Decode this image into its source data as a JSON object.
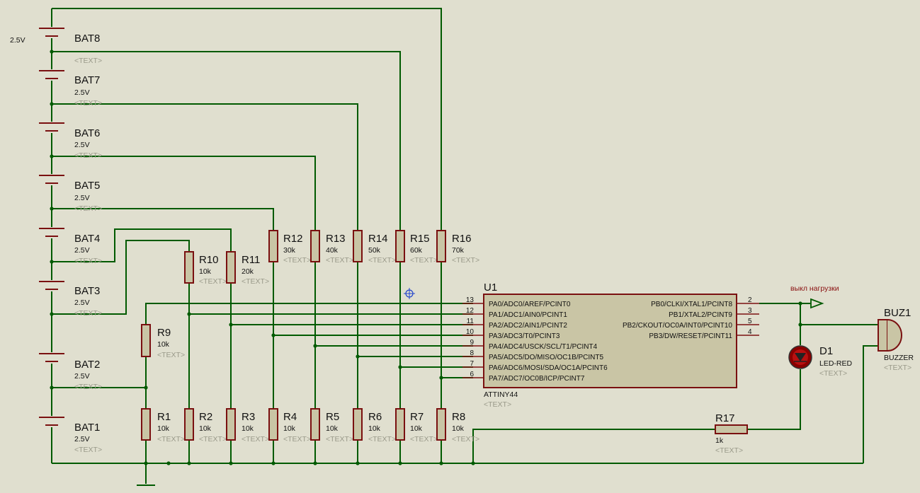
{
  "canvas": {
    "background": "#e0dfcf",
    "wire_color": "#005a00",
    "part_color": "#7a1010"
  },
  "top_voltage": "2.5V",
  "batteries": [
    {
      "ref": "BAT1",
      "value": "2.5V",
      "text": "<TEXT>"
    },
    {
      "ref": "BAT2",
      "value": "2.5V",
      "text": "<TEXT>"
    },
    {
      "ref": "BAT3",
      "value": "2.5V",
      "text": "<TEXT>"
    },
    {
      "ref": "BAT4",
      "value": "2.5V",
      "text": "<TEXT>"
    },
    {
      "ref": "BAT5",
      "value": "2.5V",
      "text": "<TEXT>"
    },
    {
      "ref": "BAT6",
      "value": "2.5V",
      "text": "<TEXT>"
    },
    {
      "ref": "BAT7",
      "value": "2.5V",
      "text": "<TEXT>"
    },
    {
      "ref": "BAT8",
      "value": "",
      "text": "<TEXT>"
    }
  ],
  "resistors_bottom": [
    {
      "ref": "R1",
      "value": "10k",
      "text": "<TEXT>"
    },
    {
      "ref": "R2",
      "value": "10k",
      "text": "<TEXT>"
    },
    {
      "ref": "R3",
      "value": "10k",
      "text": "<TEXT>"
    },
    {
      "ref": "R4",
      "value": "10k",
      "text": "<TEXT>"
    },
    {
      "ref": "R5",
      "value": "10k",
      "text": "<TEXT>"
    },
    {
      "ref": "R6",
      "value": "10k",
      "text": "<TEXT>"
    },
    {
      "ref": "R7",
      "value": "10k",
      "text": "<TEXT>"
    },
    {
      "ref": "R8",
      "value": "10k",
      "text": "<TEXT>"
    }
  ],
  "resistors_top": [
    {
      "ref": "R10",
      "value": "10k",
      "text": "<TEXT>"
    },
    {
      "ref": "R11",
      "value": "20k",
      "text": "<TEXT>"
    },
    {
      "ref": "R12",
      "value": "30k",
      "text": "<TEXT>"
    },
    {
      "ref": "R13",
      "value": "40k",
      "text": "<TEXT>"
    },
    {
      "ref": "R14",
      "value": "50k",
      "text": "<TEXT>"
    },
    {
      "ref": "R15",
      "value": "60k",
      "text": "<TEXT>"
    },
    {
      "ref": "R16",
      "value": "70k",
      "text": "<TEXT>"
    }
  ],
  "r9": {
    "ref": "R9",
    "value": "10k",
    "text": "<TEXT>"
  },
  "r17": {
    "ref": "R17",
    "value": "1k",
    "text": "<TEXT>"
  },
  "u1": {
    "ref": "U1",
    "part": "ATTINY44",
    "text": "<TEXT>",
    "left_pins": [
      {
        "num": "13",
        "name": "PA0/ADC0/AREF/PCINT0"
      },
      {
        "num": "12",
        "name": "PA1/ADC1/AIN0/PCINT1"
      },
      {
        "num": "11",
        "name": "PA2/ADC2/AIN1/PCINT2"
      },
      {
        "num": "10",
        "name": "PA3/ADC3/T0/PCINT3"
      },
      {
        "num": "9",
        "name": "PA4/ADC4/USCK/SCL/T1/PCINT4"
      },
      {
        "num": "8",
        "name": "PA5/ADC5/DO/MISO/OC1B/PCINT5"
      },
      {
        "num": "7",
        "name": "PA6/ADC6/MOSI/SDA/OC1A/PCINT6"
      },
      {
        "num": "6",
        "name": "PA7/ADC7/OC0B/ICP/PCINT7"
      }
    ],
    "right_pins": [
      {
        "num": "2",
        "name": "PB0/CLKI/XTAL1/PCINT8"
      },
      {
        "num": "3",
        "name": "PB1/XTAL2/PCINT9"
      },
      {
        "num": "5",
        "name": "PB2/CKOUT/OC0A/INT0/PCINT10"
      },
      {
        "num": "4",
        "name": "PB3/DW/RESET/PCINT11"
      }
    ]
  },
  "net_label": "выкл  нагрузки",
  "d1": {
    "ref": "D1",
    "value": "LED-RED",
    "text": "<TEXT>"
  },
  "buz1": {
    "ref": "BUZ1",
    "value": "BUZZER",
    "text": "<TEXT>"
  }
}
